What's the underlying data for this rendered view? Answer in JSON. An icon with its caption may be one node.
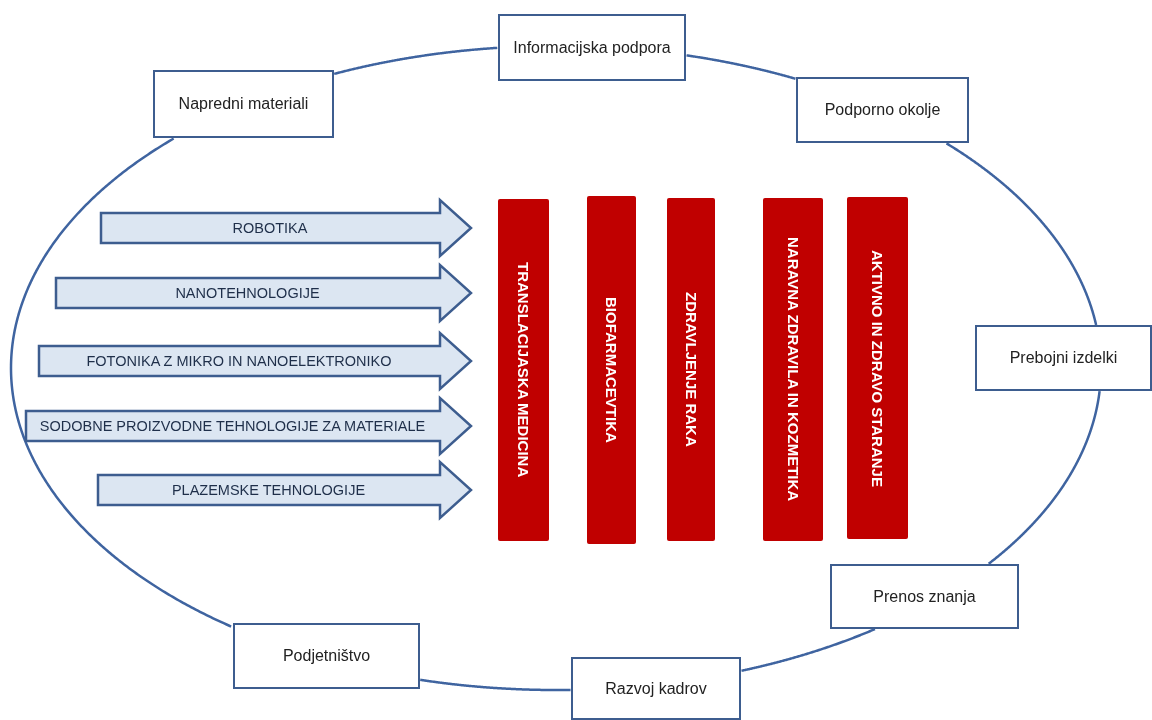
{
  "diagram": {
    "nodes": [
      {
        "text": [
          "Napredni materiali"
        ]
      },
      {
        "text": [
          "Informacijska podpora"
        ]
      },
      {
        "text": [
          "Podporno okolje"
        ]
      },
      {
        "text": [
          "Prebojni izdelki"
        ]
      },
      {
        "text": [
          "Prenos znanja"
        ]
      },
      {
        "text": [
          "Razvoj kadrov"
        ]
      },
      {
        "text": [
          "Podjetništvo"
        ]
      },
      {
        "text": [
          "ROBOTIKA"
        ]
      },
      {
        "text": [
          "NANOTEHNOLOGIJE"
        ]
      },
      {
        "text": [
          "FOTONIKA Z MIKRO IN NANOELEKTRONIKO"
        ]
      },
      {
        "text": [
          "SODOBNE PROIZVODNE TEHNOLOGIJE ZA MATERIALE"
        ]
      },
      {
        "text": [
          "PLAZEMSKE TEHNOLOGIJE"
        ]
      },
      {
        "text": [
          "TRANSLACIJASKA MEDICINA"
        ]
      },
      {
        "text": [
          "BIOFARMACEVTIKA"
        ]
      },
      {
        "text": [
          "ZDRAVLJENJE RAKA"
        ]
      },
      {
        "text": [
          "NARAVNA ZDRAVILA IN KOZMETIKA"
        ]
      },
      {
        "text": [
          "AKTIVNO IN ZDRAVO STARANJE"
        ]
      }
    ],
    "edges": [
      {
        "from": 0,
        "to": 1,
        "arrow": "none"
      },
      {
        "from": 1,
        "to": 2,
        "arrow": "none"
      },
      {
        "from": 2,
        "to": 3,
        "arrow": "none"
      },
      {
        "from": 3,
        "to": 4,
        "arrow": "none"
      },
      {
        "from": 4,
        "to": 5,
        "arrow": "none"
      },
      {
        "from": 5,
        "to": 6,
        "arrow": "none"
      },
      {
        "from": 6,
        "to": 0,
        "arrow": "none"
      }
    ]
  }
}
